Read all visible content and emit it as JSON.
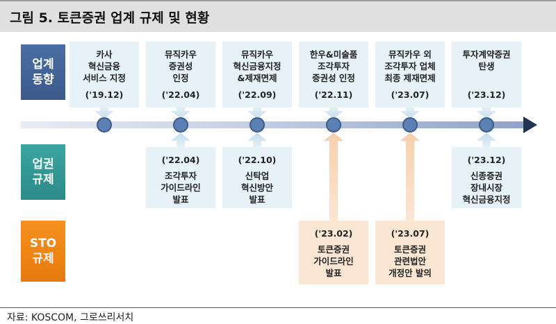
{
  "title": "그림 5. 토큰증권 업계 규제 및 현황",
  "source": "자료: KOSCOM, 그로쓰리서치",
  "row_labels": {
    "industry": [
      "업계",
      "동향"
    ],
    "regulation": [
      "업권",
      "규제"
    ],
    "sto": [
      "STO",
      "규제"
    ]
  },
  "industry_trends": [
    {
      "lines": [
        "카사",
        "혁신금융",
        "서비스 지정"
      ],
      "date": "('19.12)"
    },
    {
      "lines": [
        "뮤직카우",
        "증권성",
        "인정"
      ],
      "date": "('22.04)"
    },
    {
      "lines": [
        "뮤직카우",
        "혁신금융지정",
        "&제재면제"
      ],
      "date": "('22.09)"
    },
    {
      "lines": [
        "한우&미술품",
        "조각투자",
        "증권성 인정"
      ],
      "date": "('22.11)"
    },
    {
      "lines": [
        "뮤직카우 외",
        "조각투자 업체",
        "최종 제재면제"
      ],
      "date": "('23.07)"
    },
    {
      "lines": [
        "투자계약증권",
        "탄생"
      ],
      "date": "('23.12)"
    }
  ],
  "sector_regulation": [
    {
      "date": "('22.04)",
      "lines": [
        "조각투자",
        "가이드라인",
        "발표"
      ]
    },
    {
      "date": "('22.10)",
      "lines": [
        "신탁업",
        "혁신방안",
        "발표"
      ]
    },
    {
      "date": "('23.12)",
      "lines": [
        "신종증권",
        "장내시장",
        "혁신금융지정"
      ]
    }
  ],
  "sto_regulation": [
    {
      "date": "('23.02)",
      "lines": [
        "토큰증권",
        "가이드라인",
        "발표"
      ]
    },
    {
      "date": "('23.07)",
      "lines": [
        "토큰증권",
        "관련법안",
        "개정안 발의"
      ]
    }
  ],
  "colors": {
    "industry_label": "#3f6396",
    "regulation_label": "#2f9390",
    "sto_label": "#ef8616",
    "blue_box": "#e6f1f8",
    "orange_box": "#fbe6d3",
    "timeline_dot": "#5b80b3",
    "arrow_head": "#1f3556"
  }
}
